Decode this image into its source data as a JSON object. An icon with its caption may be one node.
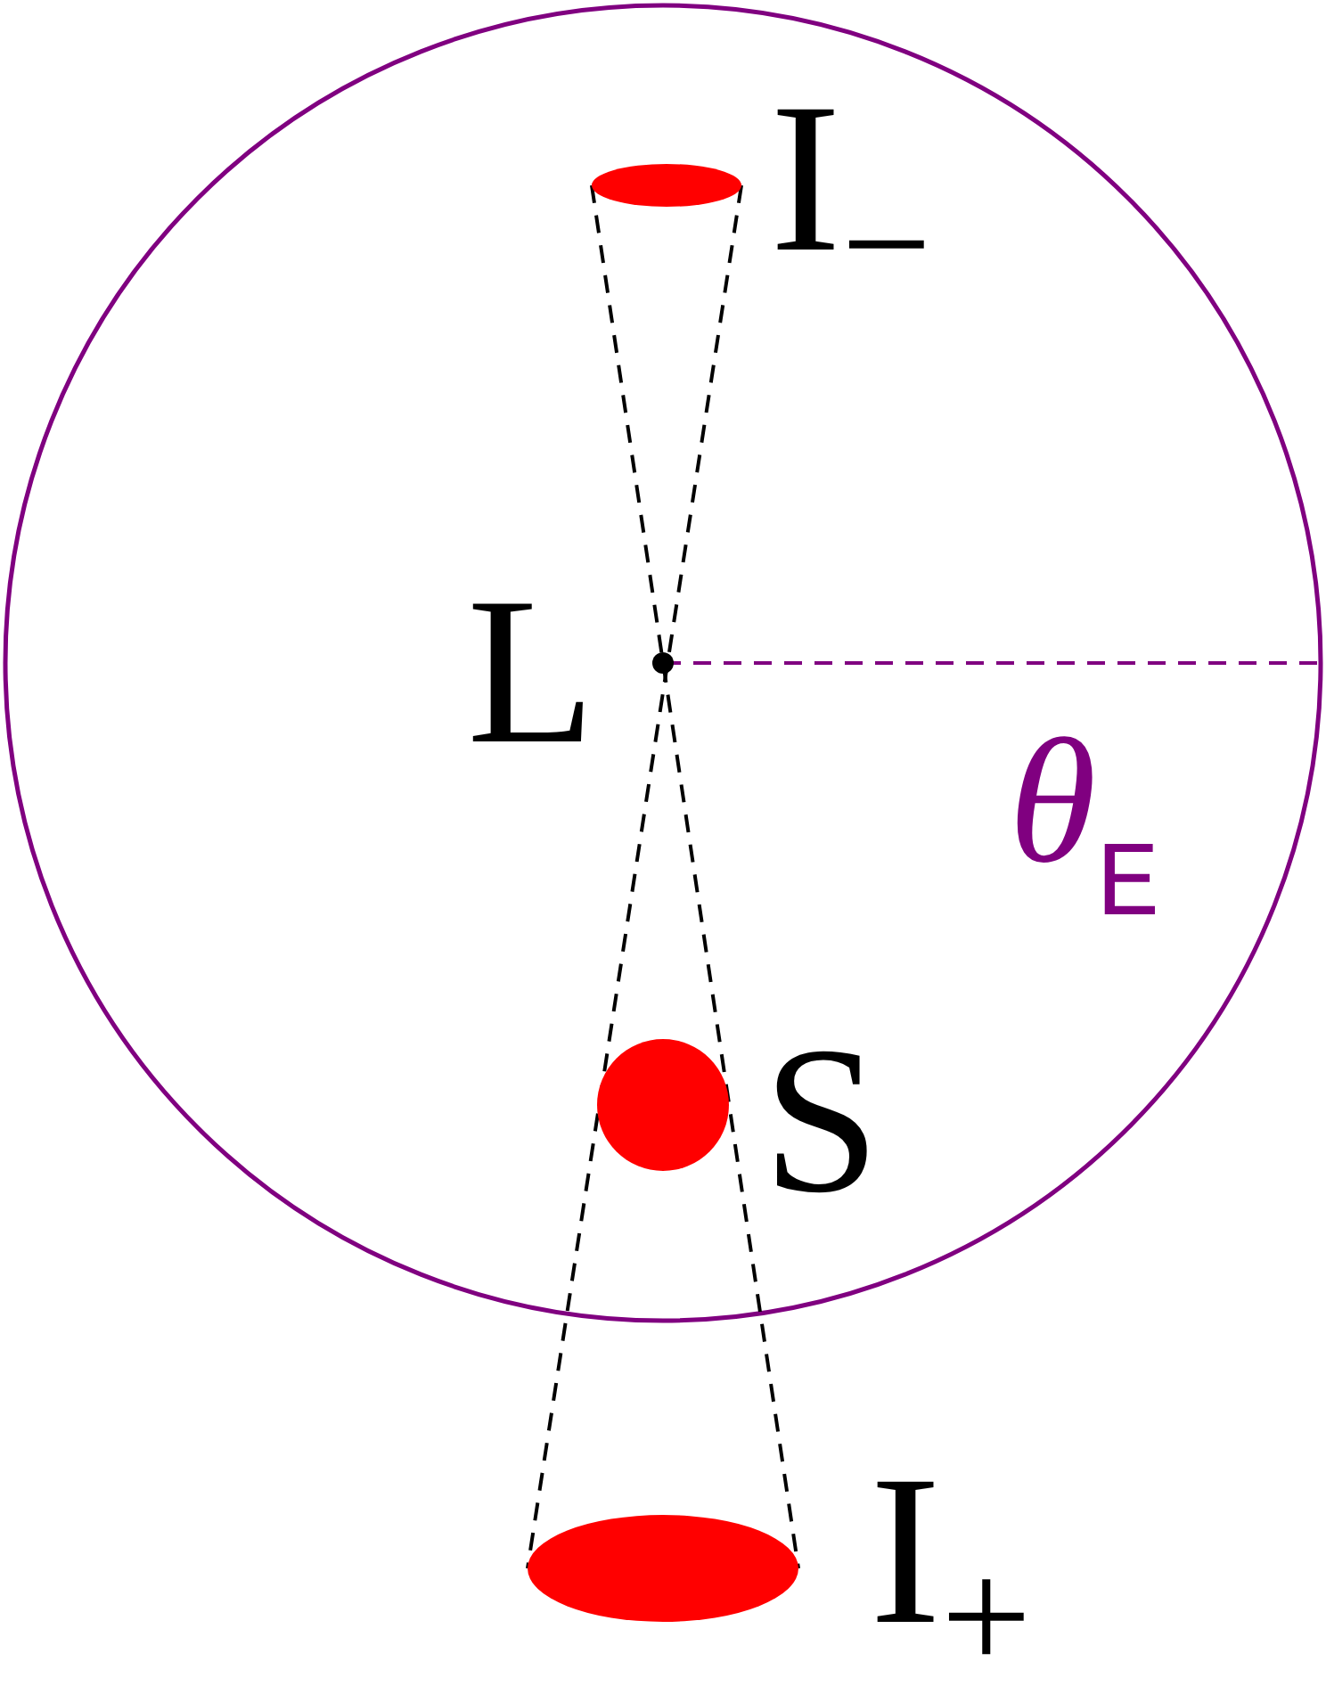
{
  "diagram": {
    "nodes": [
      {
        "text": [],
        "shape": "ellipse",
        "beside": [
          "I$_{−}$"
        ]
      },
      {
        "text": [],
        "shape": "circle",
        "beside": [
          "S"
        ]
      },
      {
        "text": [],
        "shape": "ellipse",
        "beside": [
          "I$_{+}$"
        ]
      }
    ],
    "edges": [
      {
        "from": 0,
        "to": 2,
        "arrow": "none",
        "style": "dashed"
      },
      {
        "from": 0,
        "to": 2,
        "arrow": "none",
        "style": "dashed"
      }
    ],
    "labels": [
      "L",
      "θ$_{E}$"
    ]
  }
}
